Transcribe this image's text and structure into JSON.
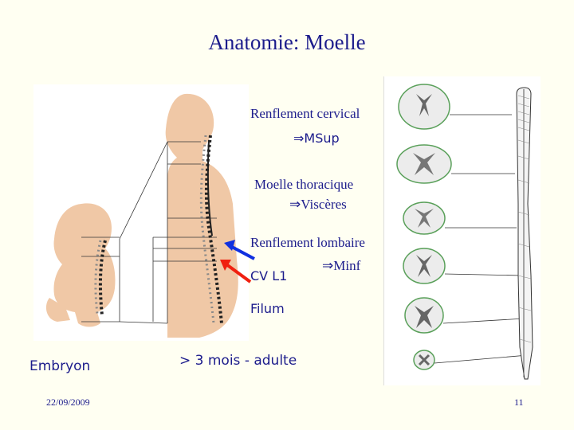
{
  "slide": {
    "title": "Anatomie: Moelle",
    "labels": {
      "cervical": "Renflement cervical",
      "msup": "⇒MSup",
      "thoracic": "Moelle thoracique",
      "visceres": "⇒Viscères",
      "lumbar": "Renflement lombaire",
      "cv": "CV L1",
      "minf": "⇒Minf",
      "filum": "Filum",
      "embryon": "Embryon",
      "adult": "> 3 mois - adulte"
    },
    "footer": {
      "date": "22/09/2009",
      "page": "11"
    }
  },
  "colors": {
    "text": "#1c1c8c",
    "background": "#fffff2",
    "skin": "#f0c8a6",
    "arrow_blue": "#1030e0",
    "arrow_red": "#f02010"
  }
}
